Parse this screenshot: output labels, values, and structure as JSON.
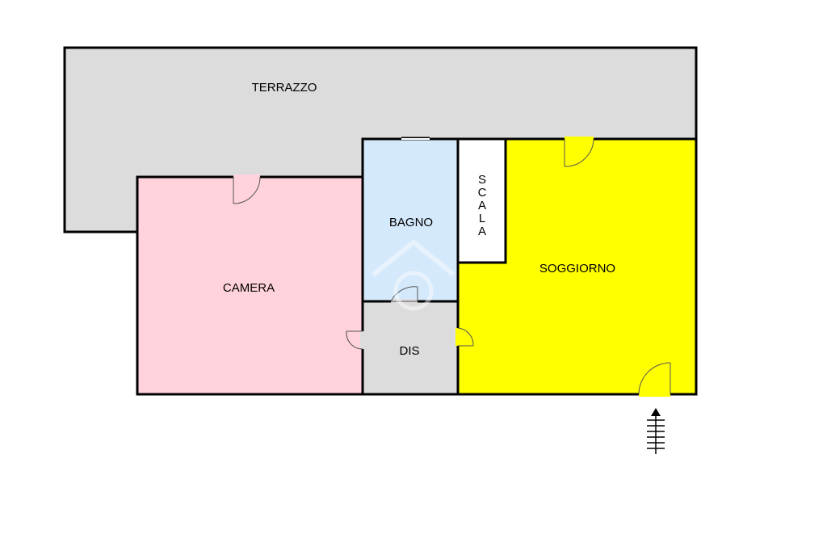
{
  "floorplan": {
    "colors": {
      "terrazzo": "#dcdcdc",
      "camera": "#ffd2dc",
      "bagno": "#d4e9fb",
      "scala": "#ffffff",
      "soggiorno": "#ffff00",
      "dis": "#dcdcdc",
      "wall": "#000000"
    },
    "rooms": {
      "terrazzo": {
        "label": "TERRAZZO"
      },
      "camera": {
        "label": "CAMERA"
      },
      "bagno": {
        "label": "BAGNO"
      },
      "scala": {
        "label": "S C A L A",
        "letters": [
          "S",
          "C",
          "A",
          "L",
          "A"
        ]
      },
      "soggiorno": {
        "label": "SOGGIORNO"
      },
      "dis": {
        "label": "DIS"
      }
    },
    "icons": {
      "entrance": "entrance-arrow-icon",
      "watermark": "watermark-logo-icon"
    }
  }
}
